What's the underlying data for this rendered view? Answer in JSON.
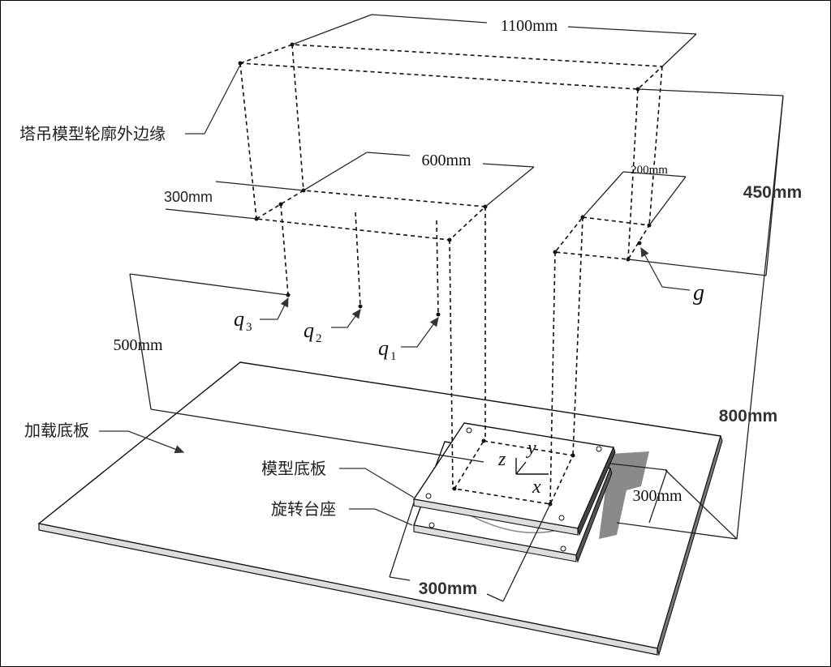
{
  "labels": {
    "outline": "塔吊模型轮廓外边缘",
    "loading_plate": "加载底板",
    "model_base": "模型底板",
    "turntable": "旋转台座"
  },
  "dimensions": {
    "top_width": "1100mm",
    "inner_width": "600mm",
    "side_offset": "300mm",
    "small_offset": "200mm",
    "height_right": "450mm",
    "height_left": "500mm",
    "plate_length": "800mm",
    "base_depth": "300mm",
    "base_width": "300mm"
  },
  "symbols": {
    "q3": "q",
    "q3_sub": "3",
    "q2": "q",
    "q2_sub": "2",
    "q1": "q",
    "q1_sub": "1",
    "g": "g",
    "axis_x": "x",
    "axis_y": "y",
    "axis_z": "z"
  }
}
